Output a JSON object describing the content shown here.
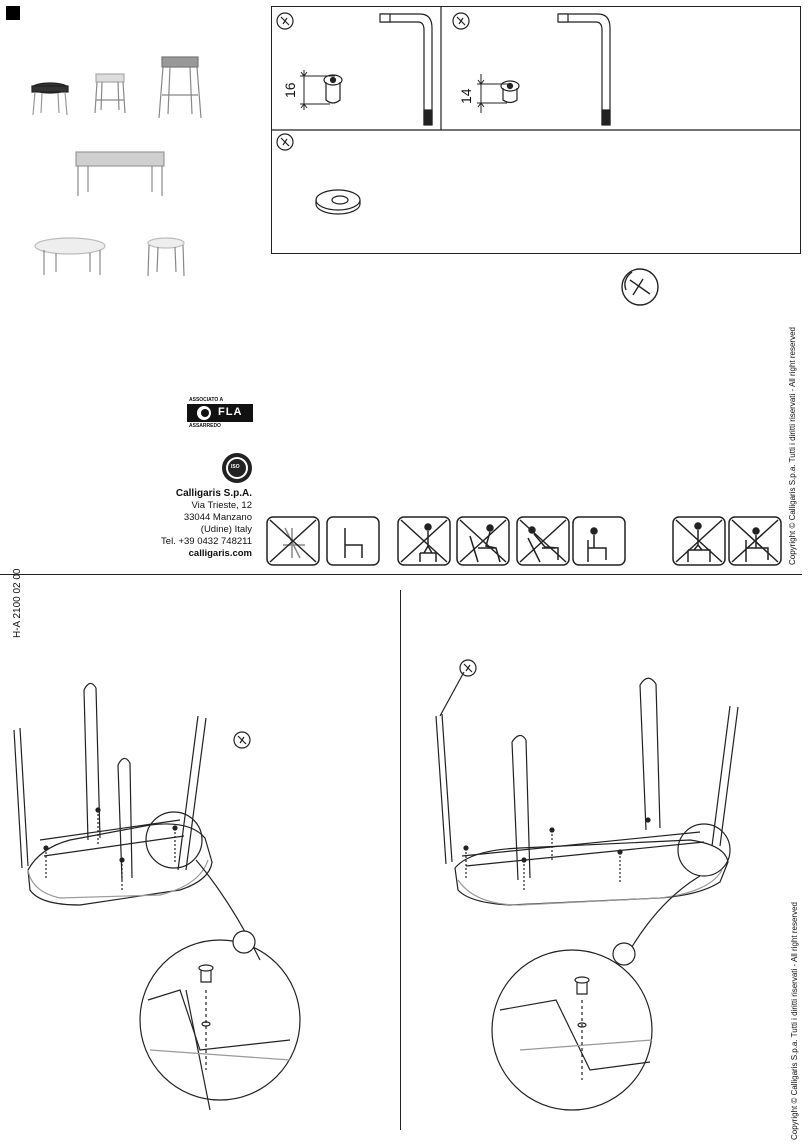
{
  "document_code": "H-A 2100 02 00",
  "parts": {
    "screw_long_dimension": "16",
    "screw_short_dimension": "14"
  },
  "company": {
    "association_label": "ASSOCIATO A",
    "association_logo": "FLA",
    "association_sub": "ASSARREDO",
    "cert_label": "ISO",
    "name": "Calligaris S.p.A.",
    "address_line1": "Via Trieste, 12",
    "address_line2": "33044 Manzano",
    "address_line3": "(Udine) Italy",
    "phone": "Tel. +39 0432 748211",
    "website": "calligaris.com"
  },
  "copyright": "Copyright © Calligaris S.p.a. Tutti i diritti riservati - All right reserved",
  "icons": {
    "tool": "allen-key-icon",
    "usage_warnings": [
      "no-tilt-icon",
      "correct-chair-icon",
      "no-standing-icon",
      "no-rocking-icon",
      "no-leaning-back-icon",
      "correct-sitting-icon",
      "no-standing-on-seat-icon",
      "no-sitting-on-edge-icon"
    ]
  }
}
